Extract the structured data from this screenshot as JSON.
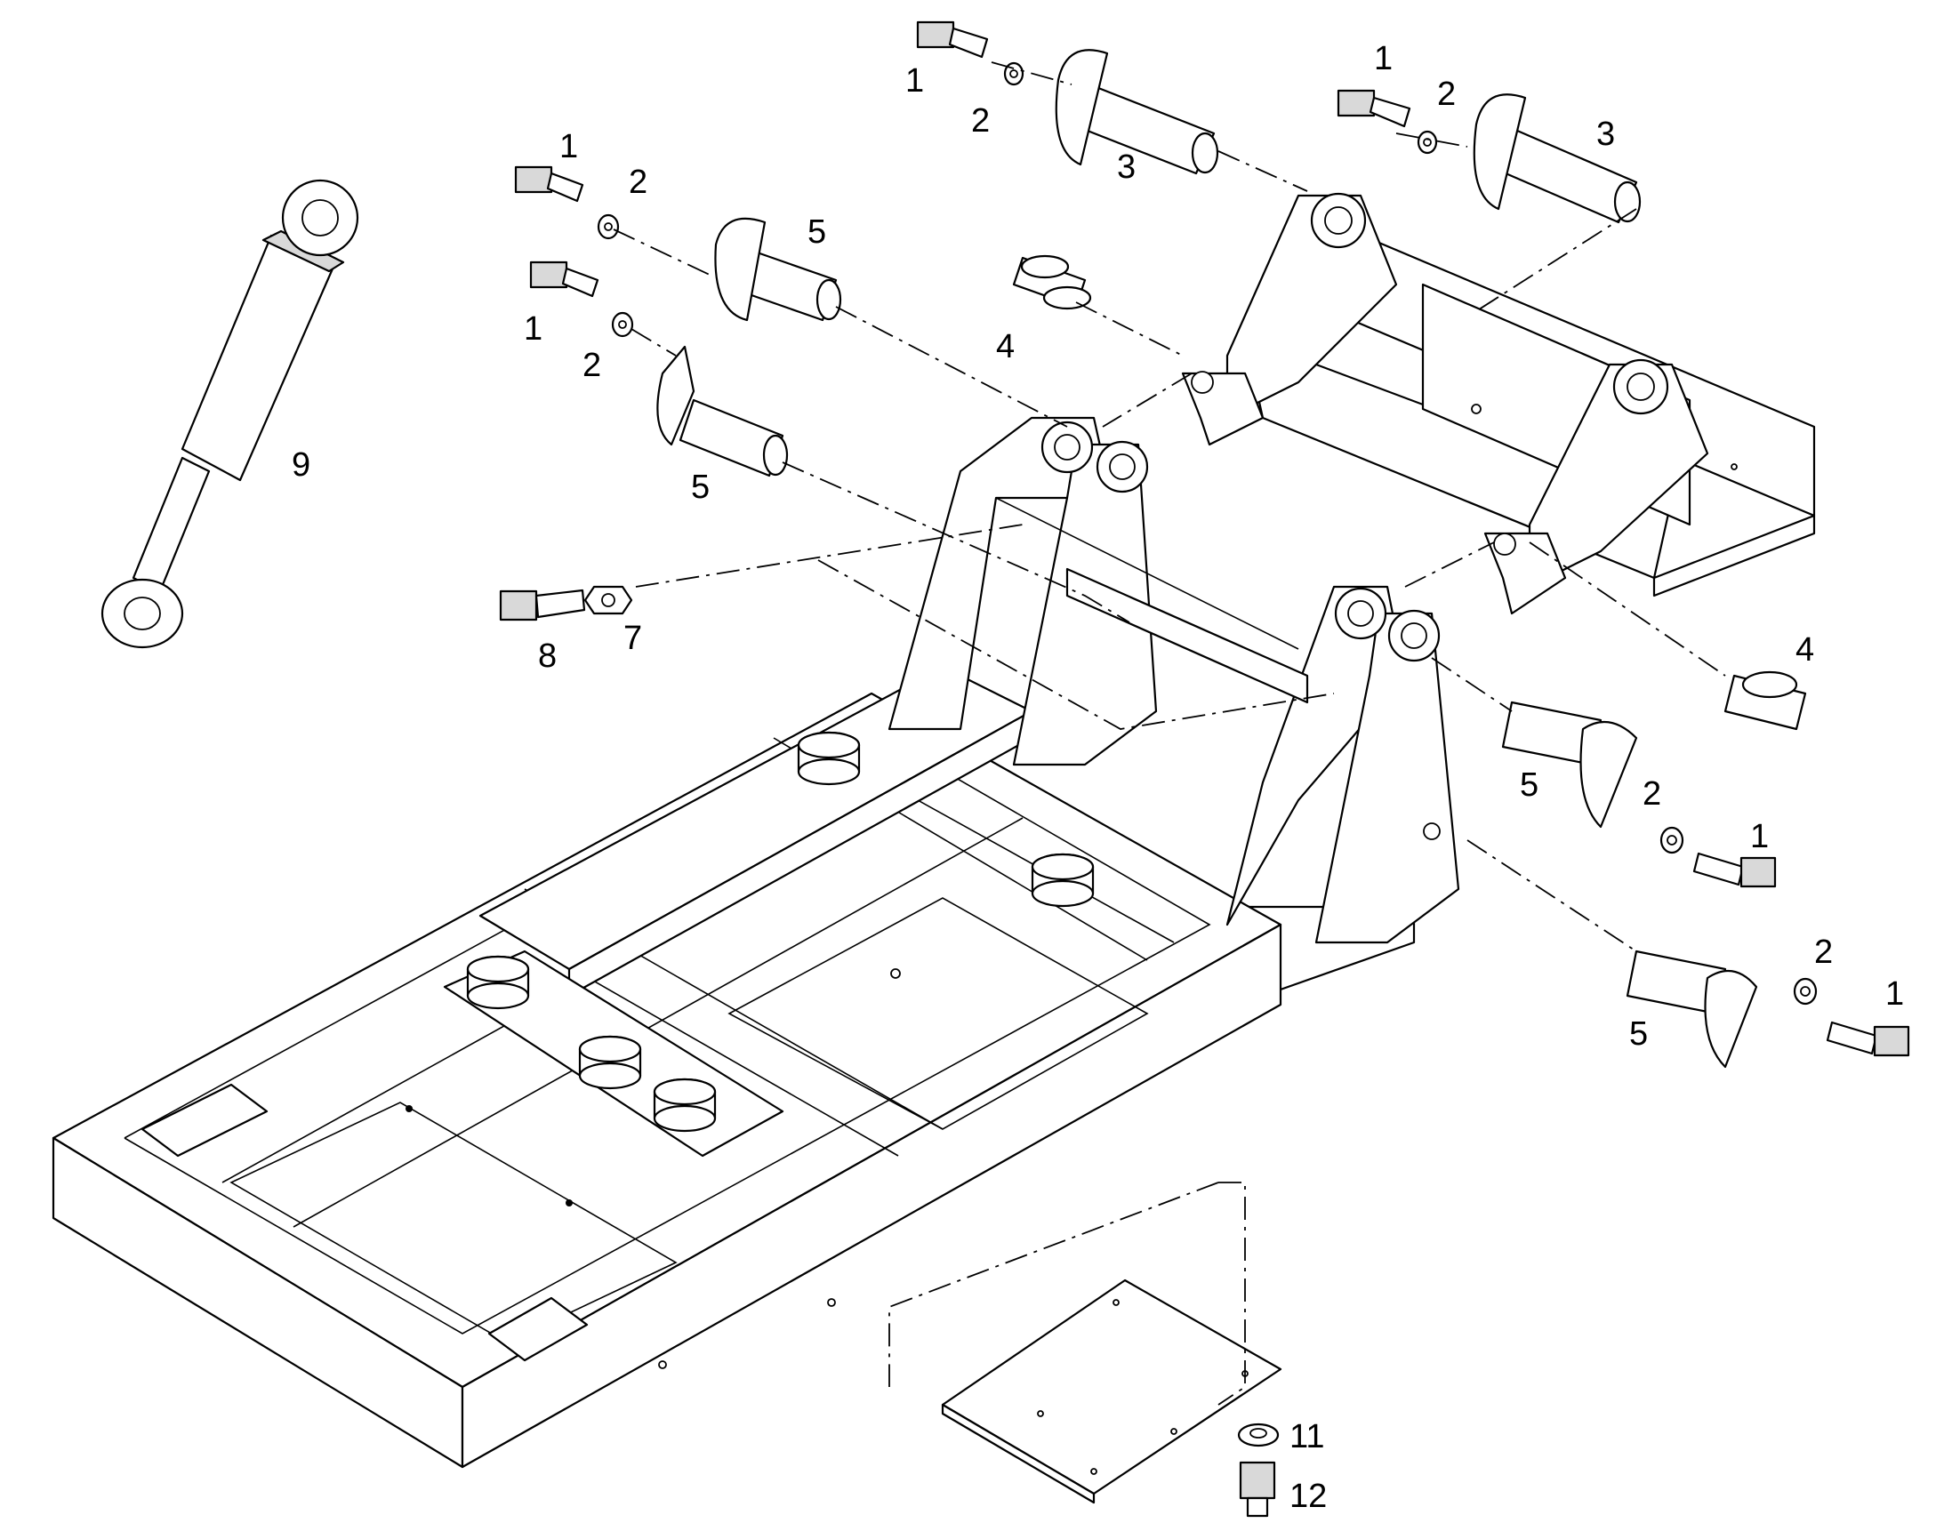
{
  "callouts": {
    "c01": "1",
    "c02": "2",
    "c03": "3",
    "c04": "1",
    "c05": "2",
    "c06": "3",
    "c07": "1",
    "c08": "2",
    "c09": "5",
    "c10": "1",
    "c11": "2",
    "c12": "5",
    "c13": "4",
    "c14": "9",
    "c15": "8",
    "c16": "7",
    "c17": "4",
    "c18": "5",
    "c19": "2",
    "c20": "1",
    "c21": "2",
    "c22": "1",
    "c23": "5",
    "c24": "11",
    "c25": "12"
  }
}
